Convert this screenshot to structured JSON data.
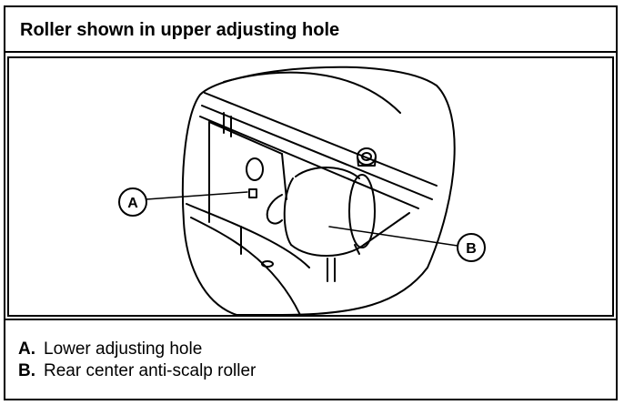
{
  "caption": {
    "title": "Roller shown in upper adjusting hole"
  },
  "callouts": {
    "a": "A",
    "b": "B"
  },
  "legend": {
    "items": [
      {
        "key": "A.",
        "text": "Lower adjusting hole"
      },
      {
        "key": "B.",
        "text": "Rear center anti-scalp roller"
      }
    ]
  },
  "colors": {
    "line": "#000000",
    "background": "#ffffff"
  }
}
